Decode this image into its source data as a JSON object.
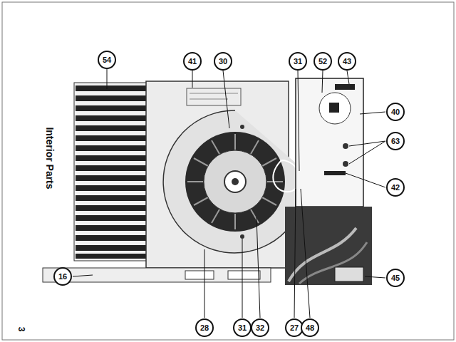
{
  "diagram": {
    "title": "Interior Parts",
    "labels": [
      "54",
      "41",
      "30",
      "31",
      "52",
      "43",
      "40",
      "63",
      "42",
      "45",
      "16",
      "28",
      "31",
      "32",
      "27",
      "48",
      "3"
    ]
  }
}
